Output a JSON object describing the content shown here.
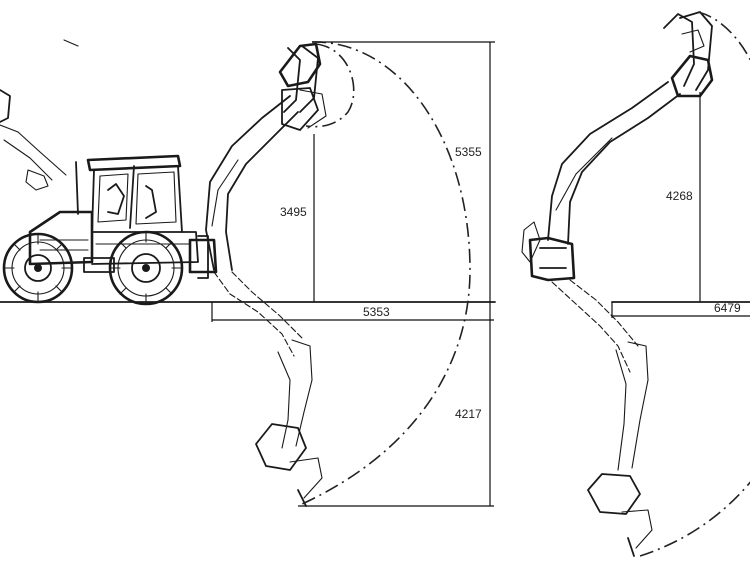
{
  "dimensions": {
    "left_height": "5355",
    "left_pivot_height": "3495",
    "left_reach": "5353",
    "left_dig_depth": "4217",
    "right_height": "4268",
    "right_reach": "6479"
  },
  "colors": {
    "ink": "#1a1a1a",
    "background": "#ffffff"
  }
}
